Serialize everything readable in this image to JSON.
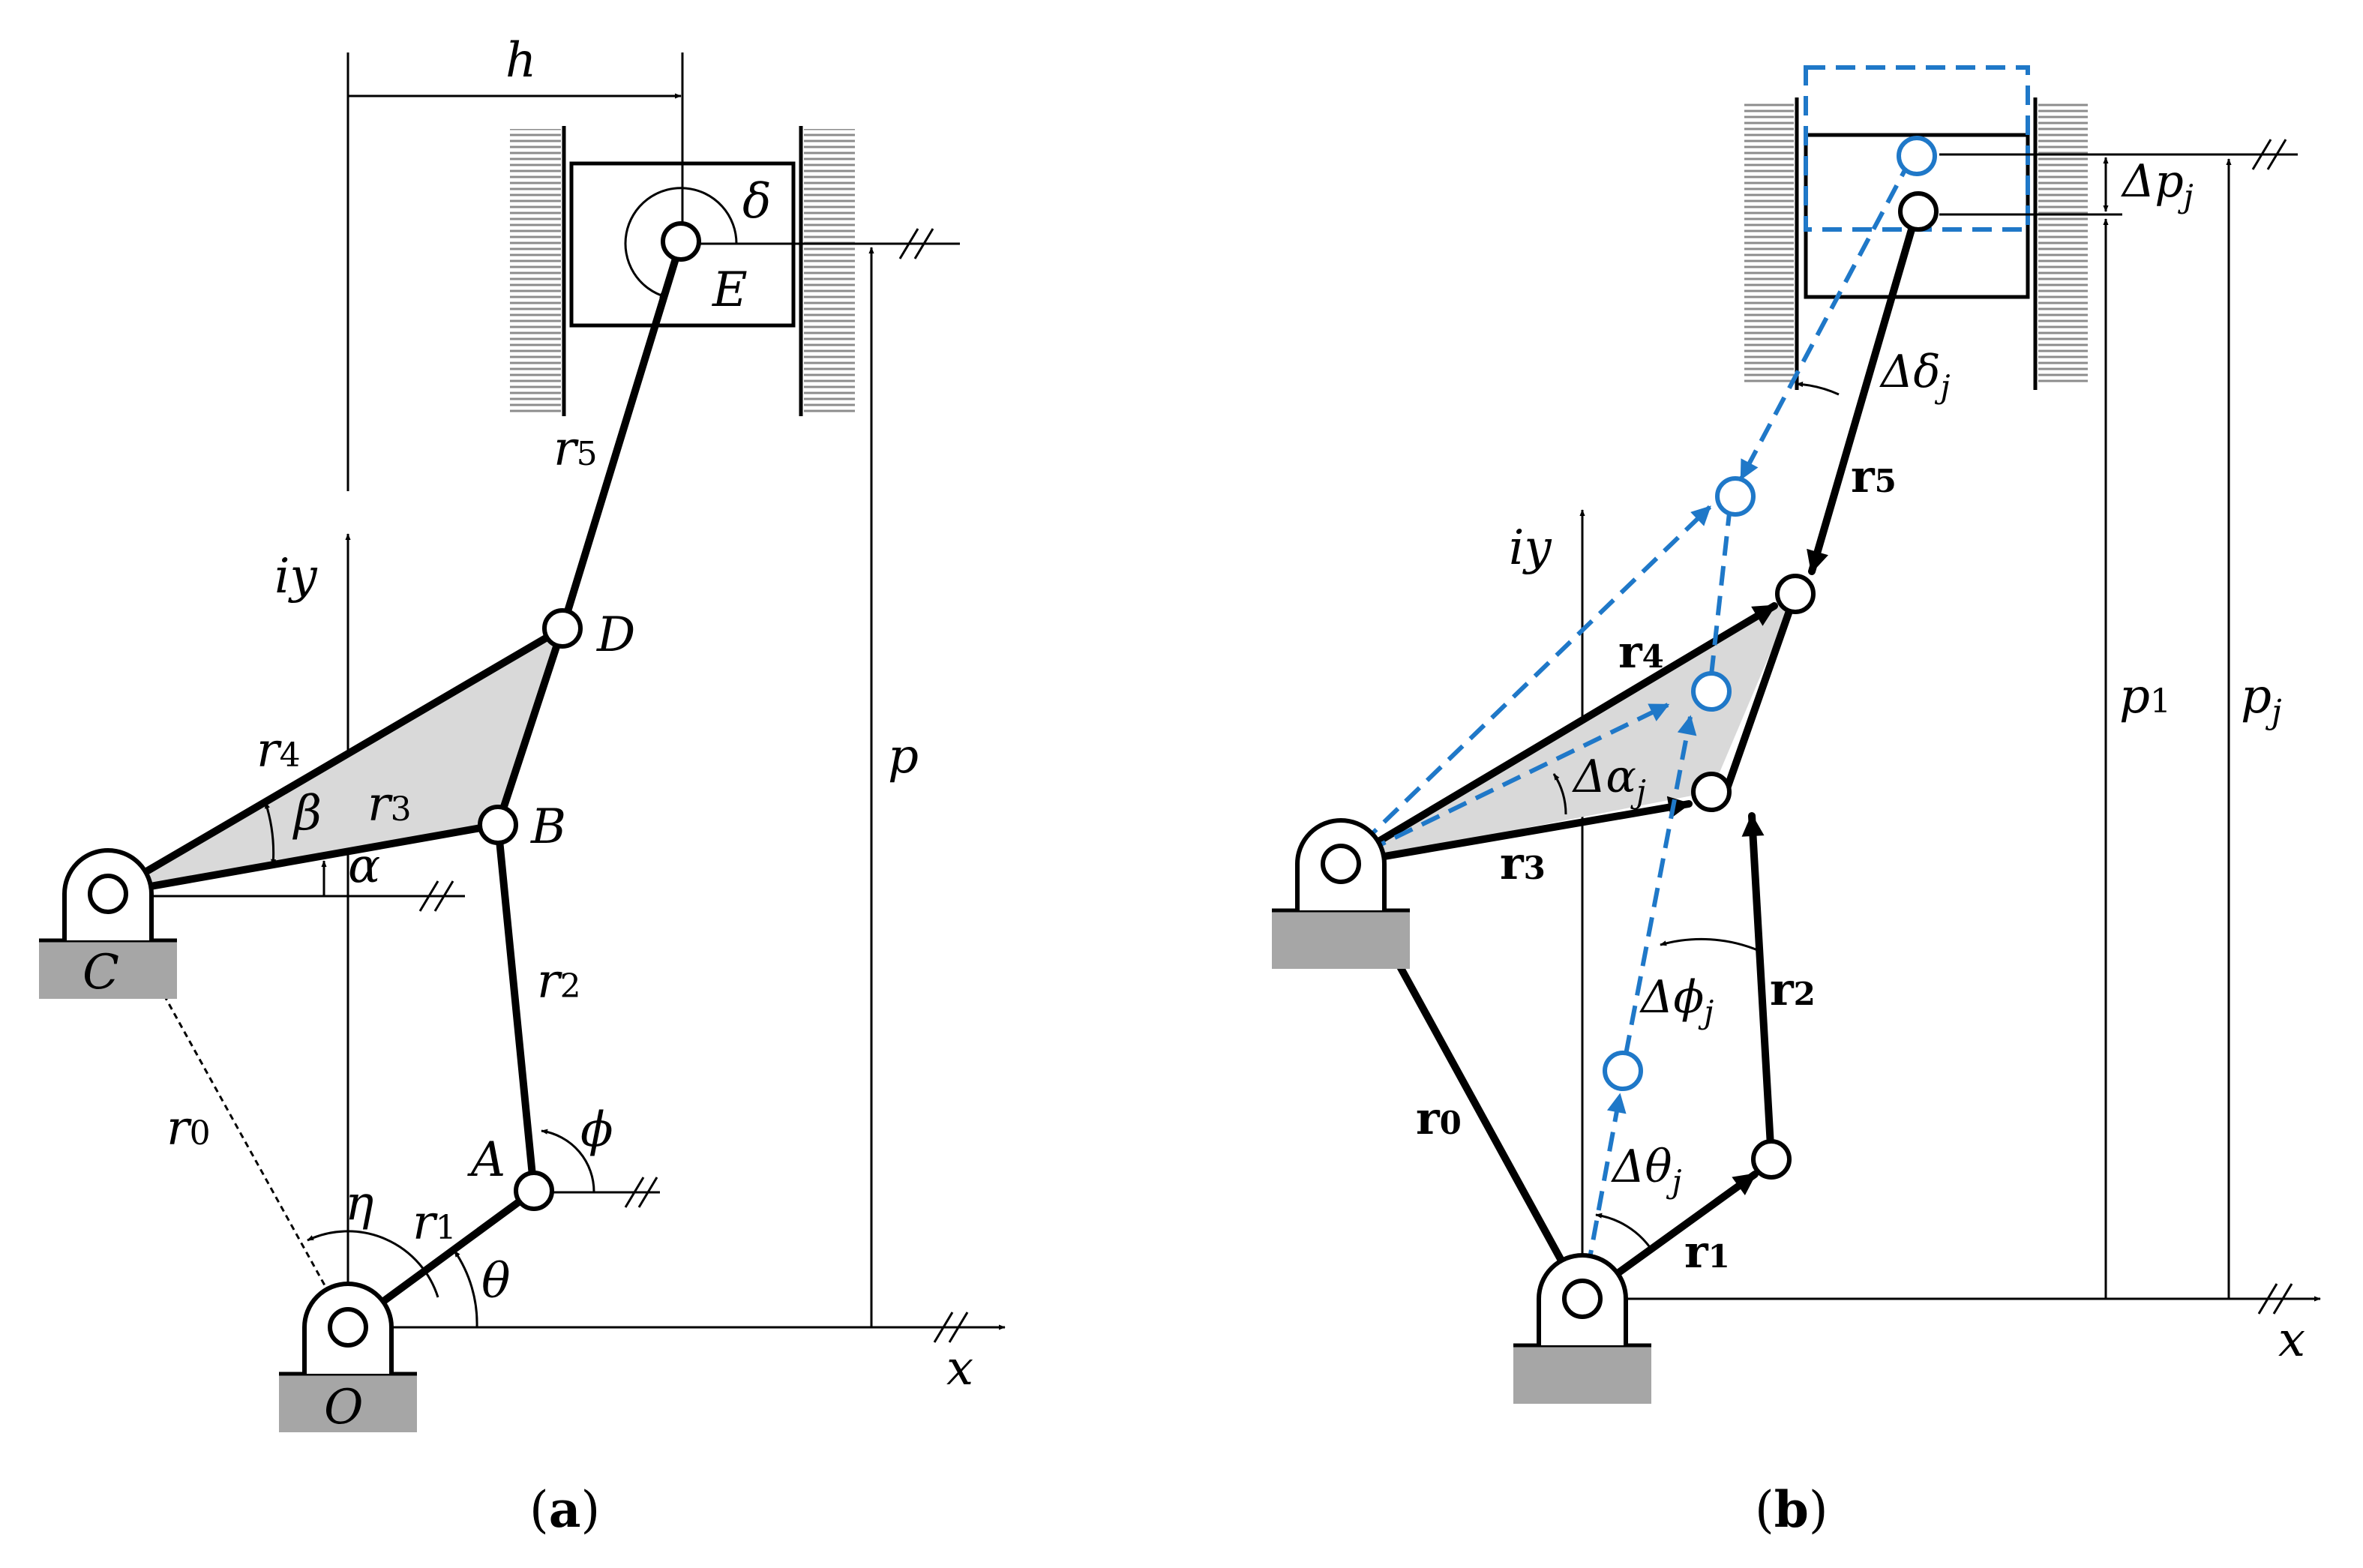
{
  "figure": {
    "a": {
      "caption": [
        "(",
        "a",
        ")"
      ],
      "labels": {
        "h": "h",
        "delta": "δ",
        "E": "E",
        "r5": "r",
        "r5_sub": "5",
        "iy": "iy",
        "D": "D",
        "p": "p",
        "r4": "r",
        "r4_sub": "4",
        "beta": "β",
        "r3": "r",
        "r3_sub": "3",
        "B": "B",
        "alpha": "α",
        "C": "C",
        "r2": "r",
        "r2_sub": "2",
        "r0": "r",
        "r0_sub": "0",
        "phi": "ϕ",
        "A": "A",
        "eta": "η",
        "r1": "r",
        "r1_sub": "1",
        "theta": "θ",
        "O": "O",
        "x": "x"
      }
    },
    "b": {
      "caption": [
        "(",
        "b",
        ")"
      ],
      "labels": {
        "dp": "Δp",
        "dp_sub": "j",
        "dd": "Δδ",
        "dd_sub": "j",
        "r5": "r",
        "r5_sub": "5",
        "iy": "iy",
        "r4": "r",
        "r4_sub": "4",
        "p1": "p",
        "p1_sub": "1",
        "pj": "p",
        "pj_sub": "j",
        "da": "Δα",
        "da_sub": "j",
        "r3": "r",
        "r3_sub": "3",
        "dphi": "Δϕ",
        "dphi_sub": "j",
        "r2": "r",
        "r2_sub": "2",
        "r0": "r",
        "r0_sub": "0",
        "dth": "Δθ",
        "dth_sub": "j",
        "r1": "r",
        "r1_sub": "1",
        "x": "x"
      }
    }
  },
  "colors": {
    "displaced": "#1f78c8",
    "ground": "#a6a6a6",
    "triangle": "#d9d9d9"
  }
}
